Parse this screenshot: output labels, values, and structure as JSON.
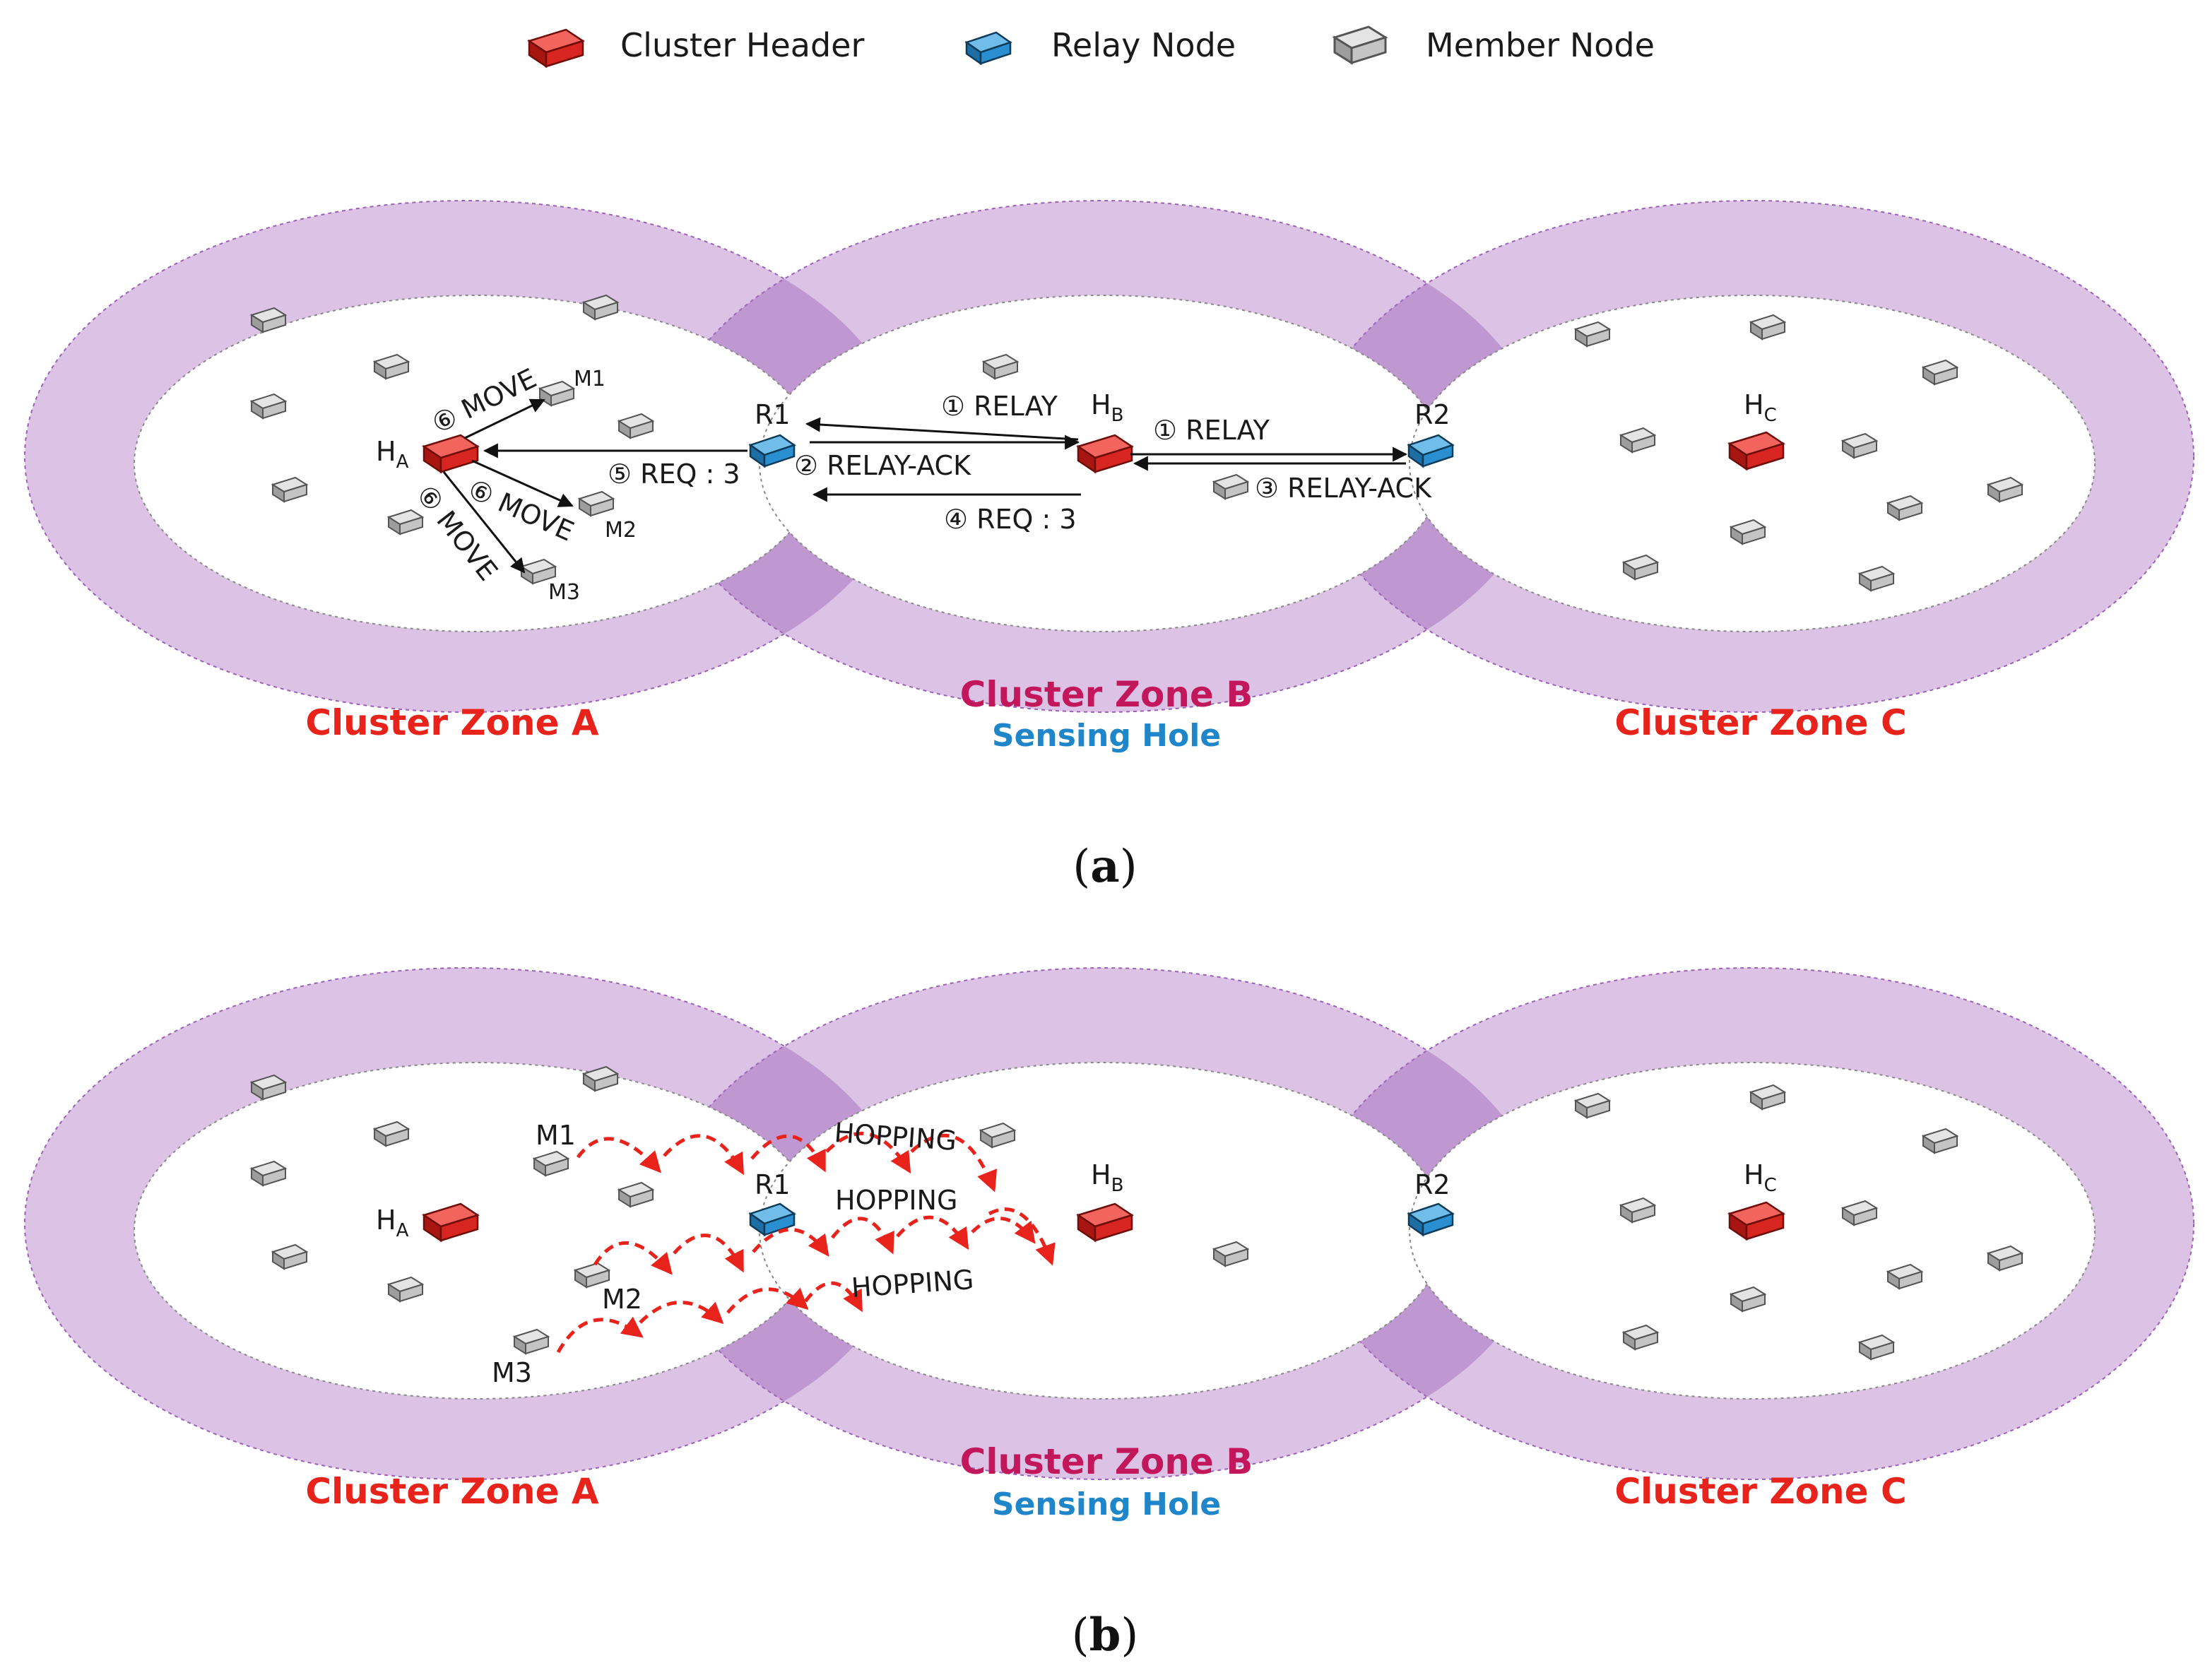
{
  "legend": {
    "header": "Cluster Header",
    "relay": "Relay Node",
    "member": "Member Node"
  },
  "colors": {
    "ring": "#c9a3d6",
    "overlap": "#a873c1",
    "header_node": "#e8302a",
    "relay_node": "#2a8fd0",
    "member_node": "#bdbdbd",
    "hop_arrow": "#e8231c",
    "zone_label": "#e8231c",
    "zone_b_label": "#c2185b",
    "hole_label": "#1f86c9"
  },
  "panel_a": {
    "caption_open": "(",
    "caption_letter": "a",
    "caption_close": ")",
    "zone_a": "Cluster Zone A",
    "zone_b": "Cluster Zone B",
    "zone_c": "Cluster Zone C",
    "sensing_hole": "Sensing Hole",
    "ha_main": "H",
    "ha_sub": "A",
    "hb_main": "H",
    "hb_sub": "B",
    "hc_main": "H",
    "hc_sub": "C",
    "r1": "R1",
    "r2": "R2",
    "m1": "M1",
    "m2": "M2",
    "m3": "M3",
    "msg_relay_left": "① RELAY",
    "msg_relay_ack_left": "② RELAY-ACK",
    "msg_relay_right": "① RELAY",
    "msg_relay_ack_right": "③ RELAY-ACK",
    "msg_req_b": "④ REQ : 3",
    "msg_req_a": "⑤ REQ : 3",
    "msg_move_1": "⑥ MOVE",
    "msg_move_2": "⑥ MOVE",
    "msg_move_3": "⑥ MOVE"
  },
  "panel_b": {
    "caption_open": "(",
    "caption_letter": "b",
    "caption_close": ")",
    "zone_a": "Cluster Zone A",
    "zone_b": "Cluster Zone B",
    "zone_c": "Cluster Zone C",
    "sensing_hole": "Sensing Hole",
    "ha_main": "H",
    "ha_sub": "A",
    "hb_main": "H",
    "hb_sub": "B",
    "hc_main": "H",
    "hc_sub": "C",
    "r1": "R1",
    "r2": "R2",
    "m1": "M1",
    "m2": "M2",
    "m3": "M3",
    "hop_1": "HOPPING",
    "hop_2": "HOPPING",
    "hop_3": "HOPPING"
  }
}
